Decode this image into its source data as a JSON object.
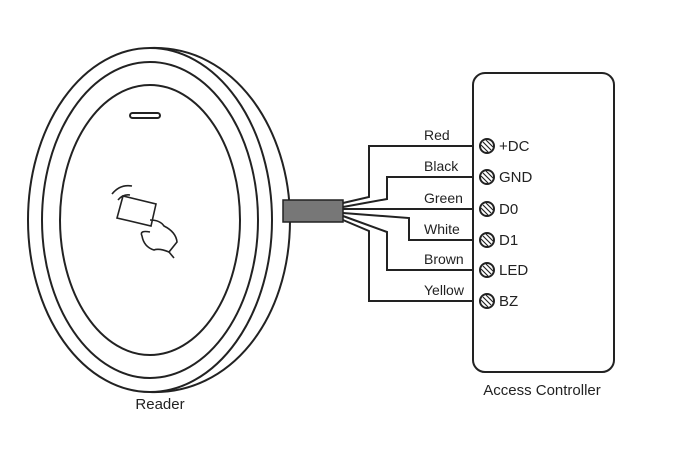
{
  "reader_label": "Reader",
  "controller_label": "Access Controller",
  "wires": [
    {
      "color": "Red",
      "terminal": "+DC"
    },
    {
      "color": "Black",
      "terminal": "GND"
    },
    {
      "color": "Green",
      "terminal": "D0"
    },
    {
      "color": "White",
      "terminal": "D1"
    },
    {
      "color": "Brown",
      "terminal": "LED"
    },
    {
      "color": "Yellow",
      "terminal": "BZ"
    }
  ]
}
